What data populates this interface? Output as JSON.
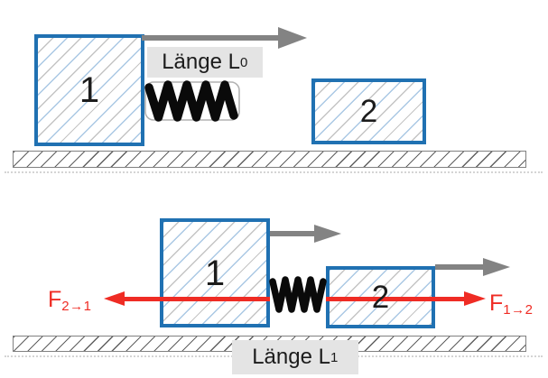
{
  "colors": {
    "block_border": "#2071b2",
    "hatch_blue": "#aac8e4",
    "hatch_gray": "#c4c4c4",
    "arrow_gray": "#838383",
    "force_red": "#ef2c24",
    "label_bg": "#e4e4e4",
    "spring_black": "#0a0a0a",
    "spring_ghost": "#b2b2b2",
    "ground_hatch": "#606060",
    "ground_border": "#808080",
    "text_dark": "#1c1c1c"
  },
  "top_diagram": {
    "block1_label": "1",
    "block2_label": "2",
    "length_label_base": "Länge L",
    "length_label_sub": "0"
  },
  "bottom_diagram": {
    "block1_label": "1",
    "block2_label": "2",
    "length_label_base": "Länge L",
    "length_label_sub": "1",
    "force_left_base": "F",
    "force_left_sub": "2→1",
    "force_right_base": "F",
    "force_right_sub": "1→2"
  }
}
